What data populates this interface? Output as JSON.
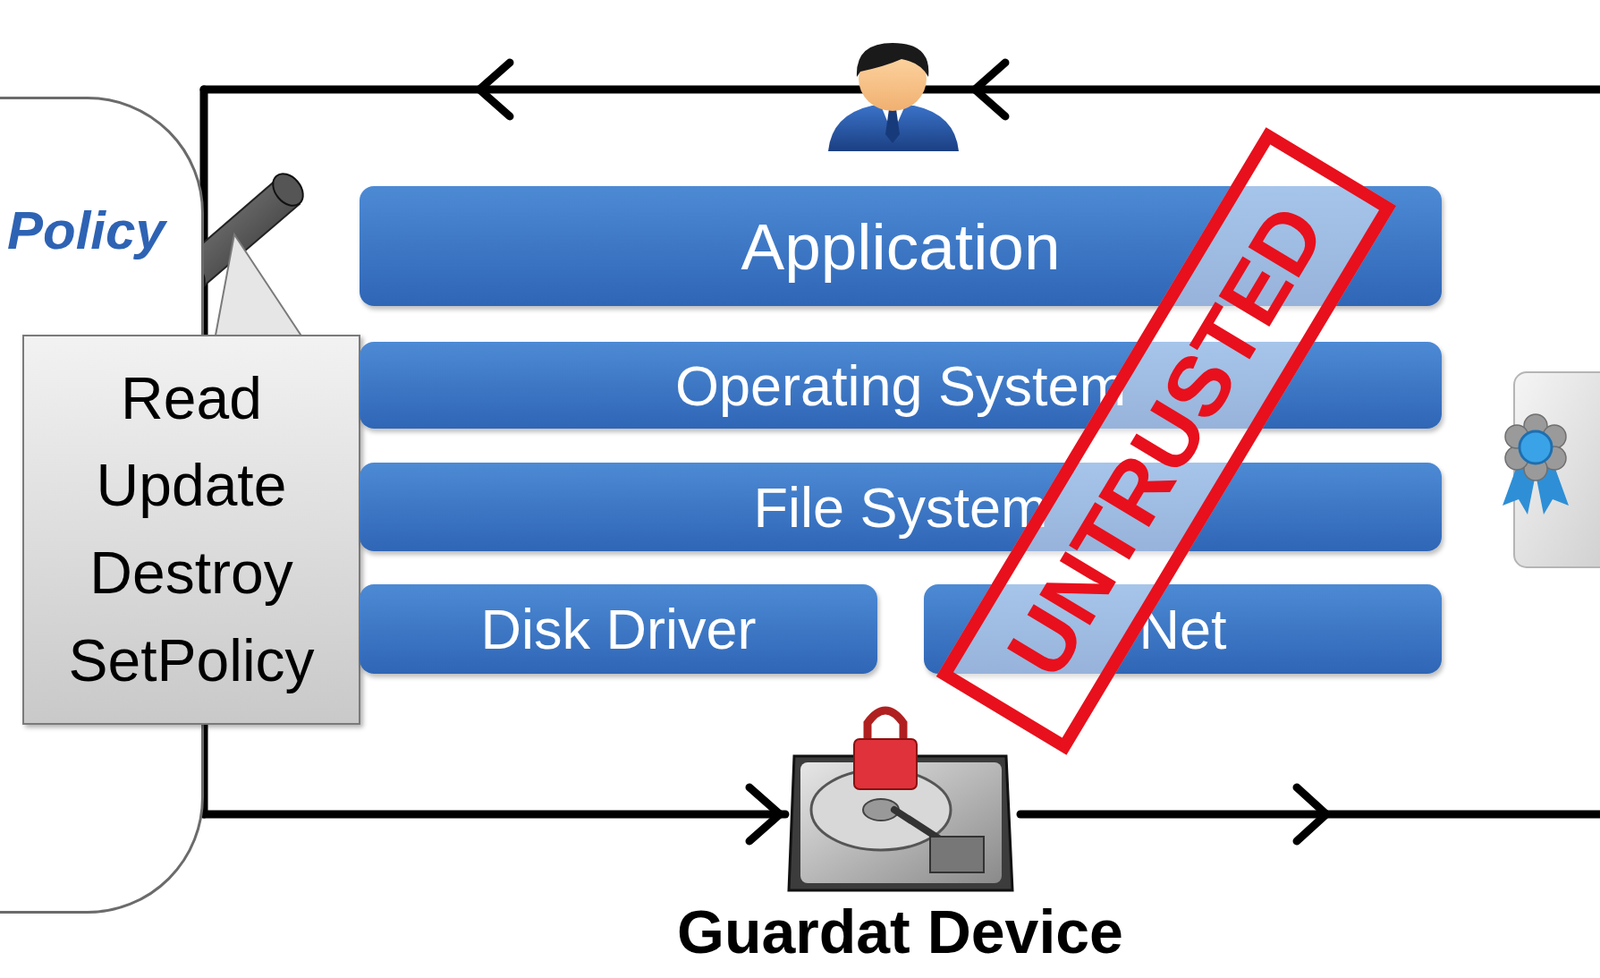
{
  "diagram": {
    "nodes": [
      {
        "text": [
          "Policy"
        ]
      },
      {
        "text": [
          "Read",
          "Update",
          "Destroy",
          "SetPolicy"
        ]
      },
      {
        "text": [
          "Application"
        ]
      },
      {
        "text": [
          "Operating System"
        ]
      },
      {
        "text": [
          "File System"
        ]
      },
      {
        "text": [
          "Disk Driver"
        ]
      },
      {
        "text": [
          "Net"
        ]
      },
      {
        "text": [
          "Guardat Device"
        ]
      }
    ],
    "edges": [
      {
        "from": 0,
        "to": 7,
        "arrow": "to"
      }
    ],
    "labels": [
      "UNTRUSTED"
    ]
  }
}
